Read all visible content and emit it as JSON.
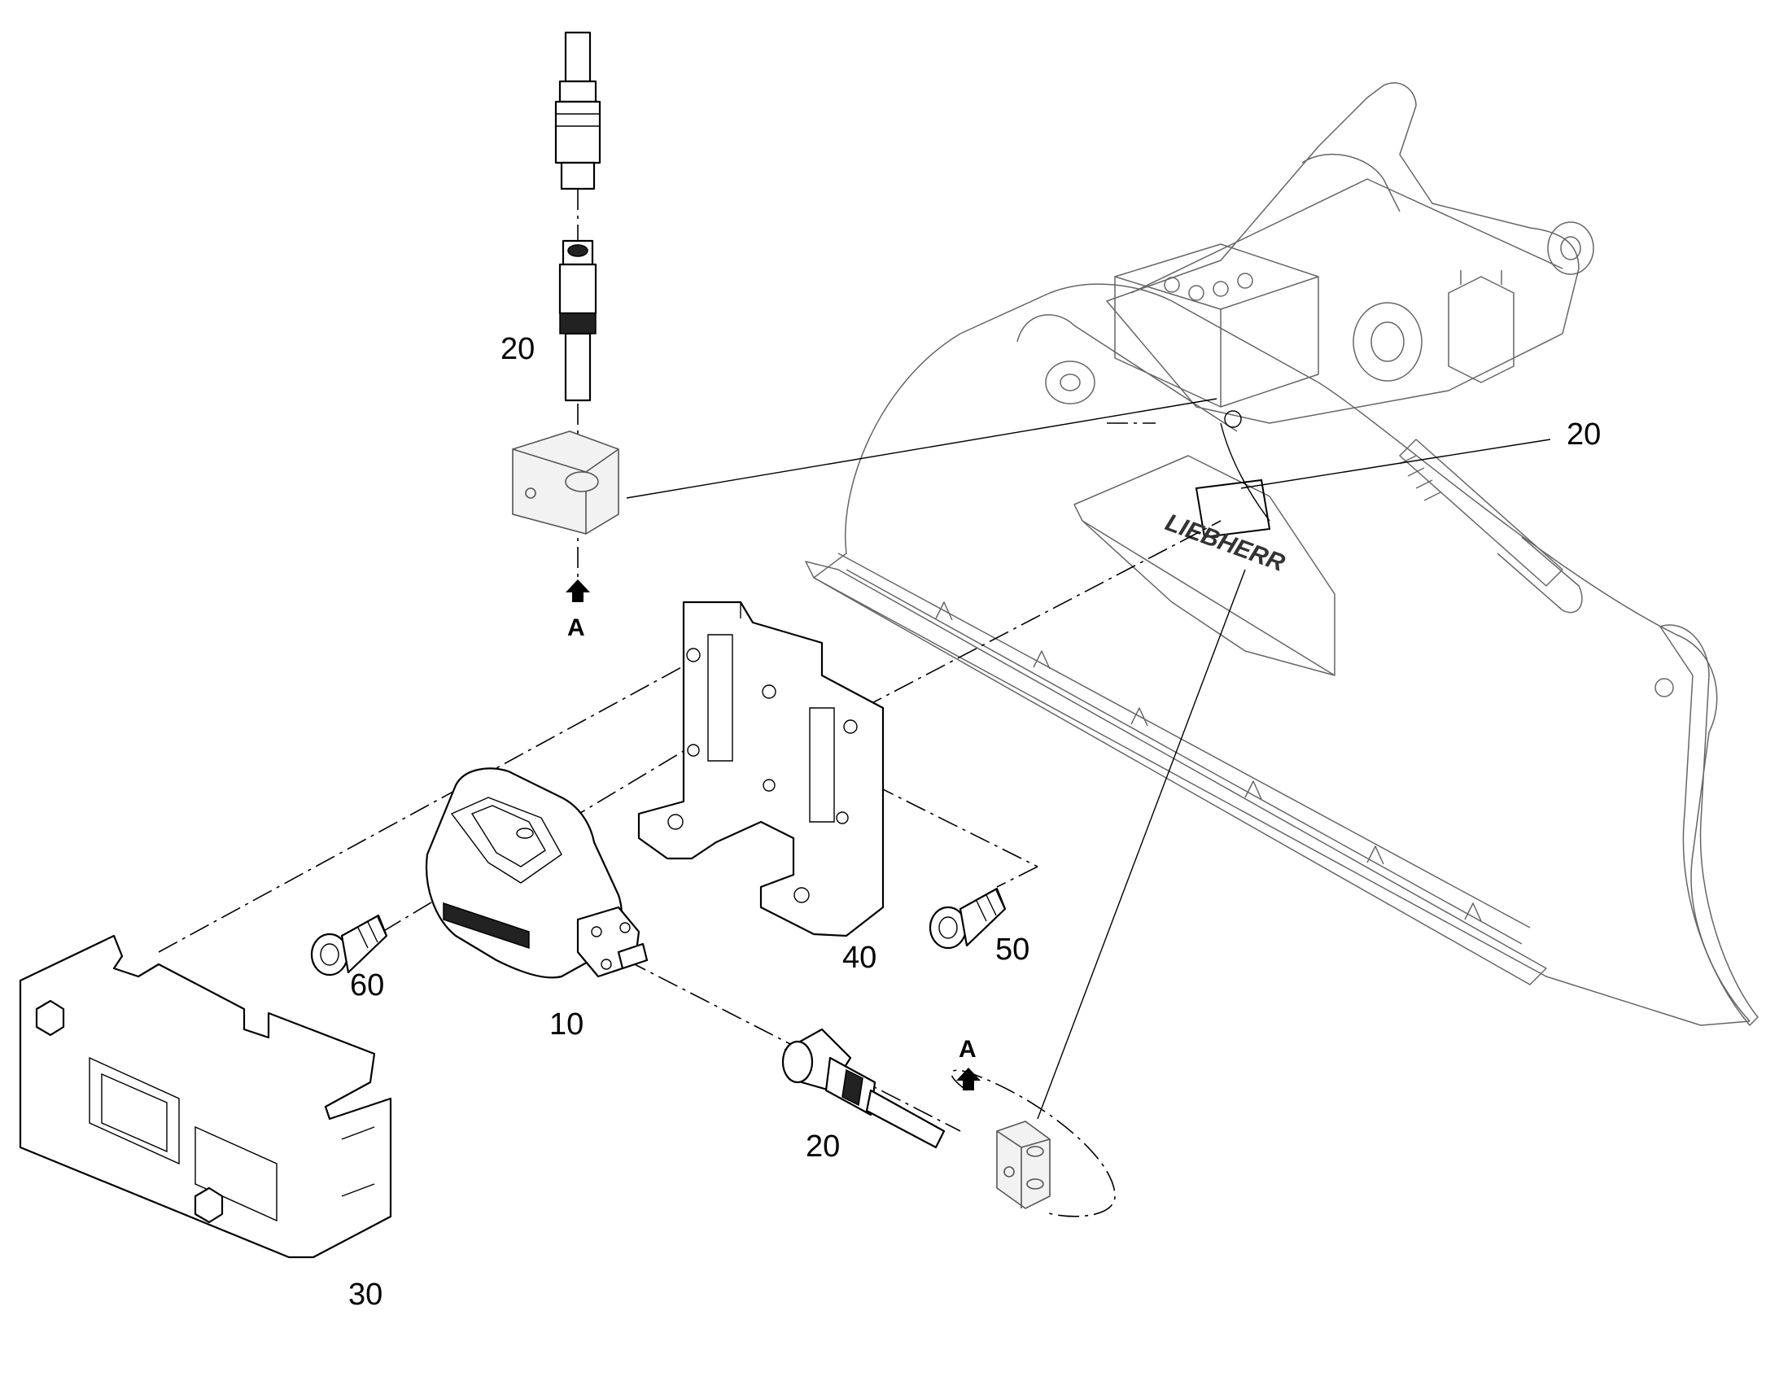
{
  "callouts": {
    "top_cable": "20",
    "machine_cable": "20",
    "bottom_cable": "20",
    "sensor": "10",
    "cover": "30",
    "bracket": "40",
    "screw_right": "50",
    "screw_left": "60"
  },
  "view_markers": {
    "top": "A",
    "bottom": "A"
  },
  "brand_marking": "LIEBHERR",
  "colors": {
    "ink": "#000000",
    "machine_outline": "#666666",
    "background": "#ffffff"
  }
}
